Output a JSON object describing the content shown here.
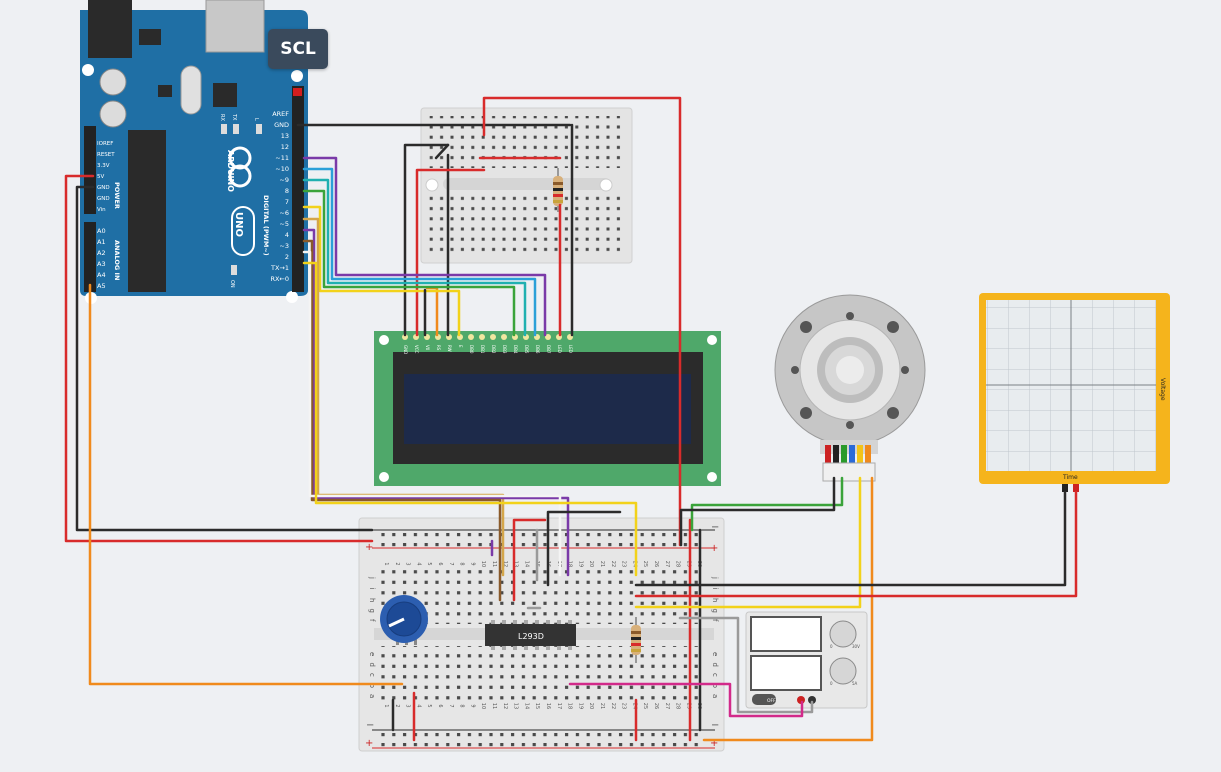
{
  "tooltip": {
    "text": "SCL"
  },
  "arduino": {
    "brand": "ARDUINO",
    "model": "UNO",
    "power_header": [
      "IOREF",
      "RESET",
      "3.3V",
      "5V",
      "GND",
      "GND",
      "Vin"
    ],
    "power_title": "POWER",
    "analog_header": [
      "A0",
      "A1",
      "A2",
      "A3",
      "A4",
      "A5"
    ],
    "analog_title": "ANALOG IN",
    "digital_header": [
      "AREF",
      "GND",
      "13",
      "12",
      "~11",
      "~10",
      "~9",
      "8",
      "7",
      "~6",
      "~5",
      "4",
      "~3",
      "2",
      "TX→1",
      "RX←0"
    ],
    "digital_title": "DIGITAL (PWM~)",
    "led_labels": [
      "RX",
      "TX",
      "L"
    ],
    "on_label": "ON"
  },
  "lcd": {
    "pin_labels": [
      "GND",
      "VCC",
      "V0",
      "RS",
      "RW",
      "E",
      "DB0",
      "DB1",
      "DB2",
      "DB3",
      "DB4",
      "DB5",
      "DB6",
      "DB7",
      "LED",
      "LED"
    ]
  },
  "motor_driver": {
    "label": "L293D"
  },
  "oscilloscope": {
    "y_label": "Voltage",
    "x_label": "Time"
  },
  "power_supply": {
    "switch_label": "OFF",
    "knob1_values": [
      "0",
      "30V"
    ],
    "knob2_values": [
      "0",
      "5A"
    ]
  },
  "breadboard_main": {
    "column_numbers": [
      "1",
      "2",
      "3",
      "4",
      "5",
      "6",
      "7",
      "8",
      "9",
      "10",
      "11",
      "12",
      "13",
      "14",
      "15",
      "16",
      "17",
      "18",
      "19",
      "20",
      "21",
      "22",
      "23",
      "24",
      "25",
      "26",
      "27",
      "28",
      "29",
      "30"
    ],
    "row_letters_top": [
      "j",
      "i",
      "h",
      "g",
      "f"
    ],
    "row_letters_bottom": [
      "e",
      "d",
      "c",
      "b",
      "a"
    ],
    "rail_minus": "−",
    "rail_plus": "+"
  },
  "colors": {
    "arduino_blue": "#1f6fa5",
    "breadboard": "#e8e8e8",
    "lcd_green": "#4fa86a",
    "lcd_screen": "#1d2a4a",
    "scope_yellow": "#f5b41c",
    "wire_red": "#d82b2b",
    "wire_black": "#2b2b2b",
    "wire_orange": "#f08a1c",
    "wire_yellow": "#f2d21a",
    "wire_green": "#3aa33a",
    "wire_purple": "#7a3aa8",
    "wire_blue": "#2ba0d8",
    "wire_brown": "#8a5a2a",
    "wire_gray": "#9a9a9a",
    "wire_pink": "#d22a8a",
    "wire_white": "#f4f4f4"
  }
}
